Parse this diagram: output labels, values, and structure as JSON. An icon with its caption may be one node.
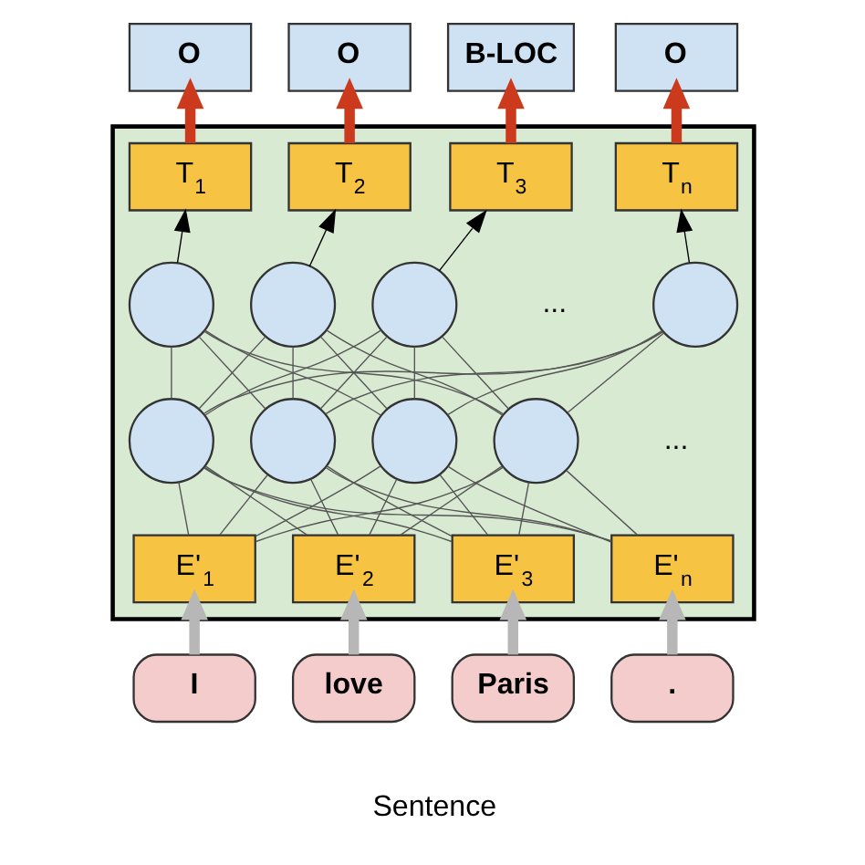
{
  "diagram": {
    "nodes": [
      {
        "text": [],
        "shape": "box"
      },
      {
        "text": [
          "O"
        ]
      },
      {
        "text": [
          "O"
        ]
      },
      {
        "text": [
          "B-LOC"
        ]
      },
      {
        "text": [
          "O"
        ]
      },
      {
        "text": [
          "T$_{1}$"
        ],
        "in": 0
      },
      {
        "text": [
          "T$_{2}$"
        ],
        "in": 0
      },
      {
        "text": [
          "T$_{3}$"
        ],
        "in": 0
      },
      {
        "text": [
          "T$_{n}$"
        ],
        "in": 0
      },
      {
        "text": [],
        "shape": "circle",
        "in": 0
      },
      {
        "text": [],
        "shape": "circle",
        "in": 0
      },
      {
        "text": [],
        "shape": "circle",
        "in": 0
      },
      {
        "text": [],
        "shape": "circle",
        "in": 0
      },
      {
        "text": [],
        "shape": "circle",
        "in": 0
      },
      {
        "text": [],
        "shape": "circle",
        "in": 0
      },
      {
        "text": [],
        "shape": "circle",
        "in": 0
      },
      {
        "text": [],
        "shape": "circle",
        "in": 0
      },
      {
        "text": [
          "E'$_{1}$"
        ],
        "in": 0
      },
      {
        "text": [
          "E'$_{2}$"
        ],
        "in": 0
      },
      {
        "text": [
          "E'$_{3}$"
        ],
        "in": 0
      },
      {
        "text": [
          "E'$_{n}$"
        ],
        "in": 0
      },
      {
        "text": [
          "I"
        ]
      },
      {
        "text": [
          "love"
        ]
      },
      {
        "text": [
          "Paris"
        ]
      },
      {
        "text": [
          "."
        ]
      }
    ],
    "edges": [
      {
        "from": 5,
        "to": 1,
        "arrow": "to",
        "style": "thick",
        "color": "#cc3a1e"
      },
      {
        "from": 6,
        "to": 2,
        "arrow": "to",
        "style": "thick",
        "color": "#cc3a1e"
      },
      {
        "from": 7,
        "to": 3,
        "arrow": "to",
        "style": "thick",
        "color": "#cc3a1e"
      },
      {
        "from": 8,
        "to": 4,
        "arrow": "to",
        "style": "thick",
        "color": "#cc3a1e"
      },
      {
        "from": 9,
        "to": 5,
        "arrow": "to",
        "color": "#000000"
      },
      {
        "from": 10,
        "to": 6,
        "arrow": "to",
        "color": "#000000"
      },
      {
        "from": 11,
        "to": 7,
        "arrow": "to",
        "color": "#000000"
      },
      {
        "from": 12,
        "to": 8,
        "arrow": "to",
        "color": "#000000"
      },
      {
        "from": 13,
        "to": 9,
        "arrow": "none"
      },
      {
        "from": 13,
        "to": 10,
        "arrow": "none"
      },
      {
        "from": 13,
        "to": 11,
        "arrow": "none"
      },
      {
        "from": 13,
        "to": 12,
        "arrow": "none"
      },
      {
        "from": 14,
        "to": 9,
        "arrow": "none"
      },
      {
        "from": 14,
        "to": 10,
        "arrow": "none"
      },
      {
        "from": 14,
        "to": 11,
        "arrow": "none"
      },
      {
        "from": 14,
        "to": 12,
        "arrow": "none"
      },
      {
        "from": 15,
        "to": 9,
        "arrow": "none"
      },
      {
        "from": 15,
        "to": 10,
        "arrow": "none"
      },
      {
        "from": 15,
        "to": 11,
        "arrow": "none"
      },
      {
        "from": 15,
        "to": 12,
        "arrow": "none"
      },
      {
        "from": 16,
        "to": 9,
        "arrow": "none"
      },
      {
        "from": 16,
        "to": 10,
        "arrow": "none"
      },
      {
        "from": 16,
        "to": 11,
        "arrow": "none"
      },
      {
        "from": 16,
        "to": 12,
        "arrow": "none"
      },
      {
        "from": 17,
        "to": 13,
        "arrow": "none"
      },
      {
        "from": 17,
        "to": 14,
        "arrow": "none"
      },
      {
        "from": 17,
        "to": 15,
        "arrow": "none"
      },
      {
        "from": 17,
        "to": 16,
        "arrow": "none"
      },
      {
        "from": 18,
        "to": 13,
        "arrow": "none"
      },
      {
        "from": 18,
        "to": 14,
        "arrow": "none"
      },
      {
        "from": 18,
        "to": 15,
        "arrow": "none"
      },
      {
        "from": 18,
        "to": 16,
        "arrow": "none"
      },
      {
        "from": 19,
        "to": 13,
        "arrow": "none"
      },
      {
        "from": 19,
        "to": 14,
        "arrow": "none"
      },
      {
        "from": 19,
        "to": 15,
        "arrow": "none"
      },
      {
        "from": 19,
        "to": 16,
        "arrow": "none"
      },
      {
        "from": 20,
        "to": 13,
        "arrow": "none"
      },
      {
        "from": 20,
        "to": 14,
        "arrow": "none"
      },
      {
        "from": 20,
        "to": 15,
        "arrow": "none"
      },
      {
        "from": 20,
        "to": 16,
        "arrow": "none"
      },
      {
        "from": 21,
        "to": 17,
        "arrow": "to",
        "style": "thick",
        "color": "#b7b7b7"
      },
      {
        "from": 22,
        "to": 18,
        "arrow": "to",
        "style": "thick",
        "color": "#b7b7b7"
      },
      {
        "from": 23,
        "to": 19,
        "arrow": "to",
        "style": "thick",
        "color": "#b7b7b7"
      },
      {
        "from": 24,
        "to": 20,
        "arrow": "to",
        "style": "thick",
        "color": "#b7b7b7"
      }
    ],
    "labels": [
      "...",
      "...",
      "Sentence"
    ]
  }
}
